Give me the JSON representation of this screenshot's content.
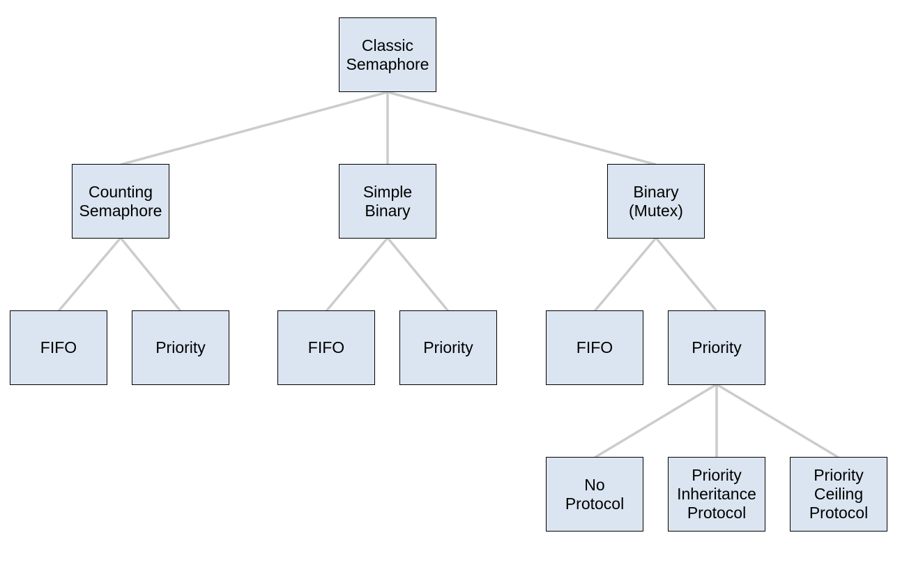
{
  "diagram": {
    "type": "tree",
    "description": "Semaphore taxonomy tree diagram",
    "colors": {
      "background": "#ffffff",
      "node_fill": "#dbe5f1",
      "node_border": "#000000",
      "edge": "#cccccc",
      "text": "#000000"
    },
    "nodes": [
      {
        "id": "classic-semaphore",
        "label": "Classic\nSemaphore"
      },
      {
        "id": "counting-semaphore",
        "label": "Counting\nSemaphore"
      },
      {
        "id": "simple-binary",
        "label": "Simple\nBinary"
      },
      {
        "id": "binary-mutex",
        "label": "Binary\n(Mutex)"
      },
      {
        "id": "counting-fifo",
        "label": "FIFO"
      },
      {
        "id": "counting-priority",
        "label": "Priority"
      },
      {
        "id": "simple-binary-fifo",
        "label": "FIFO"
      },
      {
        "id": "simple-binary-priority",
        "label": "Priority"
      },
      {
        "id": "binary-mutex-fifo",
        "label": "FIFO"
      },
      {
        "id": "binary-mutex-priority",
        "label": "Priority"
      },
      {
        "id": "no-protocol",
        "label": "No\nProtocol"
      },
      {
        "id": "priority-inheritance-protocol",
        "label": "Priority\nInheritance\nProtocol"
      },
      {
        "id": "priority-ceiling-protocol",
        "label": "Priority\nCeiling\nProtocol"
      }
    ],
    "edges": [
      {
        "from": "classic-semaphore",
        "to": "counting-semaphore"
      },
      {
        "from": "classic-semaphore",
        "to": "simple-binary"
      },
      {
        "from": "classic-semaphore",
        "to": "binary-mutex"
      },
      {
        "from": "counting-semaphore",
        "to": "counting-fifo"
      },
      {
        "from": "counting-semaphore",
        "to": "counting-priority"
      },
      {
        "from": "simple-binary",
        "to": "simple-binary-fifo"
      },
      {
        "from": "simple-binary",
        "to": "simple-binary-priority"
      },
      {
        "from": "binary-mutex",
        "to": "binary-mutex-fifo"
      },
      {
        "from": "binary-mutex",
        "to": "binary-mutex-priority"
      },
      {
        "from": "binary-mutex-priority",
        "to": "no-protocol"
      },
      {
        "from": "binary-mutex-priority",
        "to": "priority-inheritance-protocol"
      },
      {
        "from": "binary-mutex-priority",
        "to": "priority-ceiling-protocol"
      }
    ]
  }
}
